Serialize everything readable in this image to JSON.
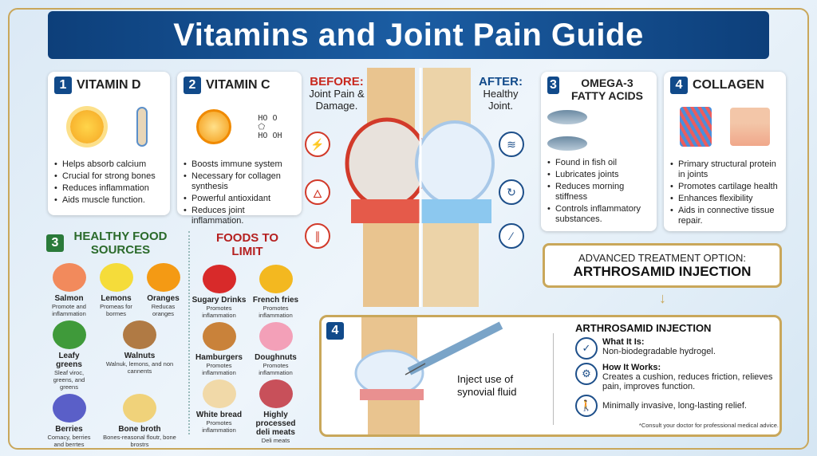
{
  "title": "Vitamins and Joint Pain Guide",
  "vitamin_d": {
    "num": "1",
    "title": "VITAMIN D",
    "items": [
      "Helps absorb calcium",
      "Crucial for strong bones",
      "Reduces inflammation",
      "Aids muscle function."
    ]
  },
  "vitamin_c": {
    "num": "2",
    "title": "VITAMIN C",
    "molecule": [
      "HO",
      "O",
      "HO",
      "OH"
    ],
    "items": [
      "Boosts immune system",
      "Necessary for collagen synthesis",
      "Powerful antioxidant",
      "Reduces joint inflammation."
    ]
  },
  "omega3": {
    "num": "3",
    "title": "OMEGA-3 FATTY ACIDS",
    "items": [
      "Found in fish oil",
      "Lubricates joints",
      "Reduces morning stiffness",
      "Controls inflammatory substances."
    ]
  },
  "collagen": {
    "num": "4",
    "title": "COLLAGEN",
    "items": [
      "Primary structural protein in joints",
      "Promotes cartilage health",
      "Enhances flexibility",
      "Aids in connective tissue repair."
    ]
  },
  "knee": {
    "before_title": "BEFORE:",
    "before_text": "Joint Pain & Damage.",
    "after_title": "AFTER:",
    "after_text": "Healthy Joint."
  },
  "healthy": {
    "num": "3",
    "title": "HEALTHY FOOD SOURCES",
    "items": [
      {
        "name": "Salmon",
        "desc": "Promote and inflammation",
        "color": "#f28a5c"
      },
      {
        "name": "Lemons",
        "desc": "Promeas for bormes",
        "color": "#f5dc3a"
      },
      {
        "name": "Oranges",
        "desc": "Reducas oranges",
        "color": "#f49a14"
      },
      {
        "name": "Leafy greens",
        "desc": "Sleaf viroc, greens, and greens",
        "color": "#3f9a3a"
      },
      {
        "name": "Walnuts",
        "desc": "Walnuk, lemons, and non cannents",
        "color": "#b07a44"
      },
      {
        "name": "Berries",
        "desc": "Comacy, berries and berrtes",
        "color": "#5a5fc8"
      },
      {
        "name": "Bone broth",
        "desc": "Bones-reasonal floutr, bone brostrs",
        "color": "#f0d27a"
      }
    ]
  },
  "limit": {
    "title": "FOODS TO LIMIT",
    "items": [
      {
        "name": "Sugary Drinks",
        "desc": "Promotes inflammation",
        "color": "#d82a2a"
      },
      {
        "name": "French fries",
        "desc": "Promotes inflammation",
        "color": "#f3b820"
      },
      {
        "name": "Hamburgers",
        "desc": "Promotes inflammation",
        "color": "#c9823a"
      },
      {
        "name": "Doughnuts",
        "desc": "Promotes inflammation",
        "color": "#f3a0b8"
      },
      {
        "name": "White bread",
        "desc": "Promotes inflammation",
        "color": "#f1d9a8"
      },
      {
        "name": "Highly processed deli meats",
        "desc": "Deli meats",
        "color": "#c8505a"
      }
    ]
  },
  "advanced": {
    "line1": "ADVANCED TREATMENT OPTION:",
    "line2": "ARTHROSAMID INJECTION"
  },
  "injection": {
    "num": "4",
    "callout": "Inject use of synovial fluid",
    "title": "ARTHROSAMID INJECTION",
    "what_h": "What It Is:",
    "what_t": "Non-biodegradable hydrogel.",
    "how_h": "How It Works:",
    "how_t": "Creates a cushion, reduces friction, relieves pain, improves function.",
    "benefit": "Minimally invasive, long-lasting relief.",
    "disclaimer": "*Consult your doctor for professional medical advice."
  }
}
